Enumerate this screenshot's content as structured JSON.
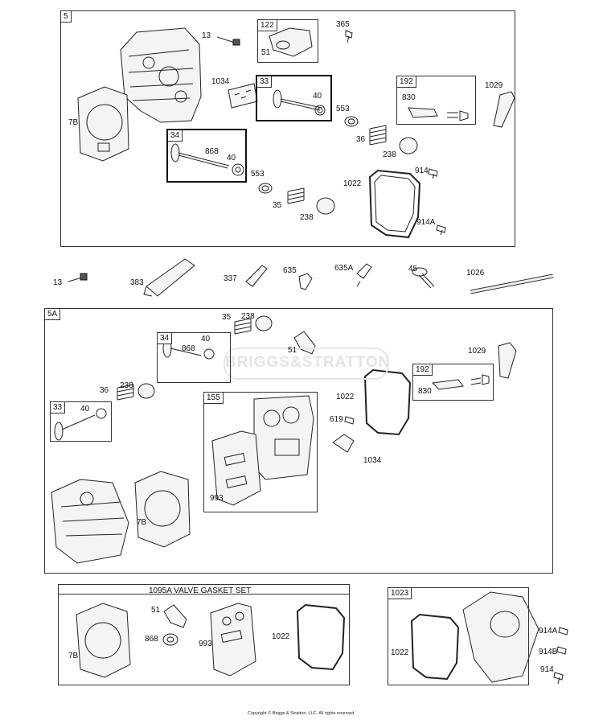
{
  "groups": {
    "g5": "5",
    "g5A": "5A",
    "g1095A": "1095A VALVE GASKET SET",
    "g1023": "1023"
  },
  "subgroups": {
    "s122": "122",
    "s33a": "33",
    "s192a": "192",
    "s34a": "34",
    "s34b": "34",
    "s192b": "192",
    "s33b": "33",
    "s155": "155"
  },
  "labels": {
    "l13a": "13",
    "l365": "365",
    "l51a": "51",
    "l1034a": "1034",
    "l40a": "40",
    "l830a": "830",
    "l1029a": "1029",
    "l7Ba": "7B",
    "l553a": "553",
    "l36a": "36",
    "l238a": "238",
    "l868a": "868",
    "l40b": "40",
    "l914a": "914",
    "l553b": "553",
    "l1022a": "1022",
    "l35a": "35",
    "l238b": "238",
    "l914Aa": "914A",
    "l13b": "13",
    "l383": "383",
    "l337": "337",
    "l635": "635",
    "l635A": "635A",
    "l45": "45",
    "l1026": "1026",
    "l35b": "35",
    "l238c": "238",
    "l40c": "40",
    "l868b": "868",
    "l51b": "51",
    "l1029b": "1029",
    "l36b": "36",
    "l238d": "238",
    "l1022b": "1022",
    "l830b": "830",
    "l40d": "40",
    "l619": "619",
    "l1034b": "1034",
    "l993a": "993",
    "l7Bb": "7B",
    "l51c": "51",
    "l868c": "868",
    "l993b": "993",
    "l1022c": "1022",
    "l7Bc": "7B",
    "l1022d": "1022",
    "l914Ab": "914A",
    "l914B": "914B",
    "l914b": "914"
  },
  "watermark": "BRIGGS&STRATTON",
  "copyright": "Copyright © Briggs & Stratton, LLC. All rights reserved."
}
